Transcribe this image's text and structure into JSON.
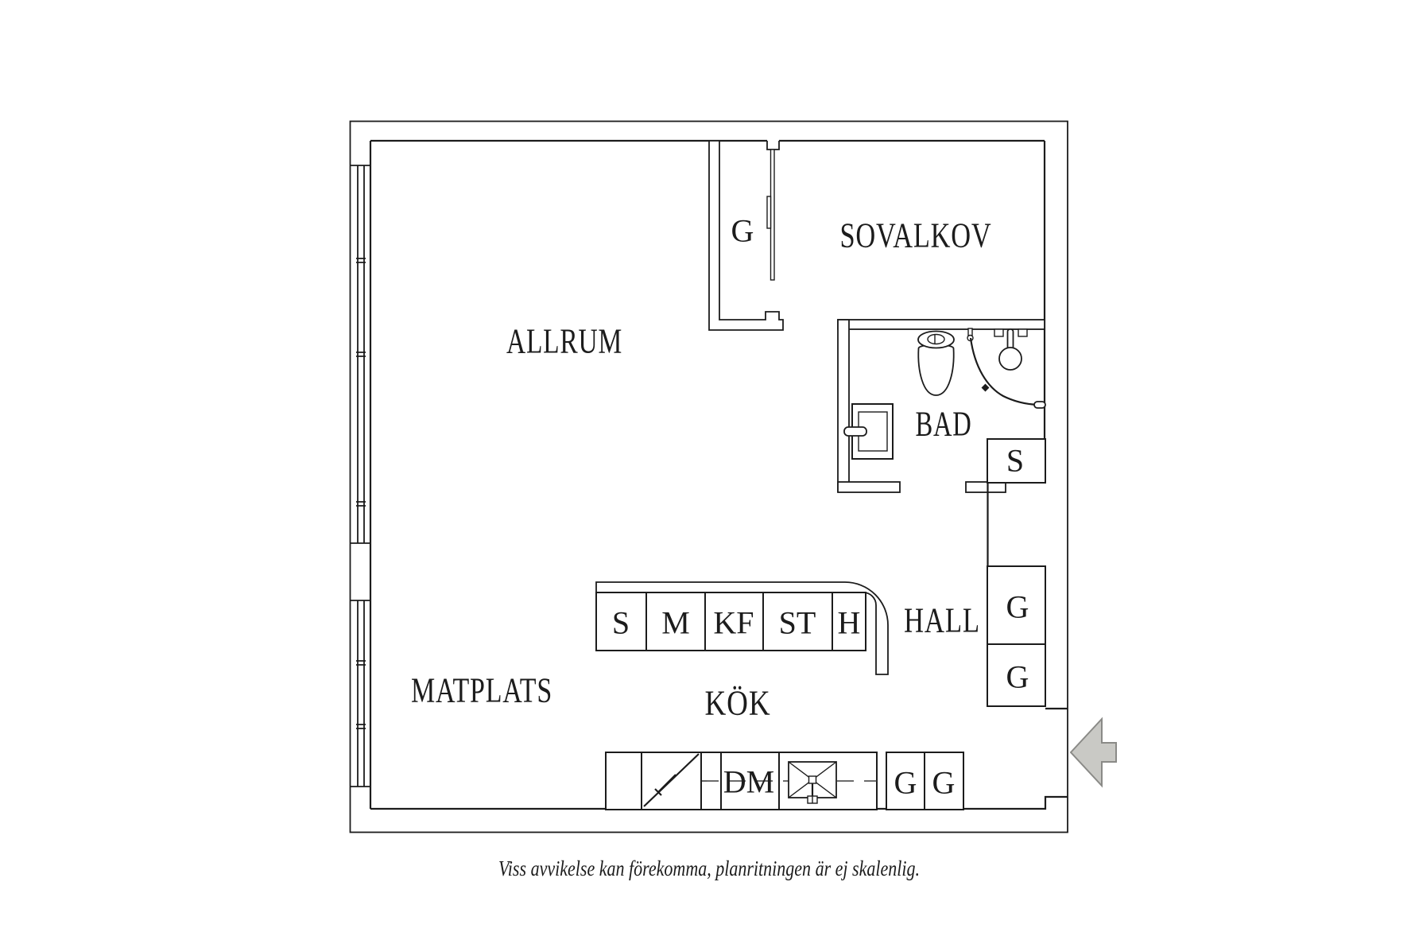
{
  "rooms": {
    "allrum": "ALLRUM",
    "sovalkov": "SOVALKOV",
    "bad": "BAD",
    "hall": "HALL",
    "kok": "KÖK",
    "matplats": "MATPLATS"
  },
  "units": {
    "closet_top": "G",
    "closet_bad": "S",
    "hall_upper": "G",
    "hall_lower": "G",
    "kitchen_row": [
      "S",
      "M",
      "KF",
      "ST",
      "H"
    ],
    "dishwasher": "DM",
    "base_left": "G",
    "base_right": "G"
  },
  "caption": "Viss avvikelse kan förekomma, planritningen är ej skalenlig.",
  "colors": {
    "line": "#1c1c1c",
    "arrow_fill": "#c9c9c5",
    "arrow_stroke": "#8a8a87"
  }
}
